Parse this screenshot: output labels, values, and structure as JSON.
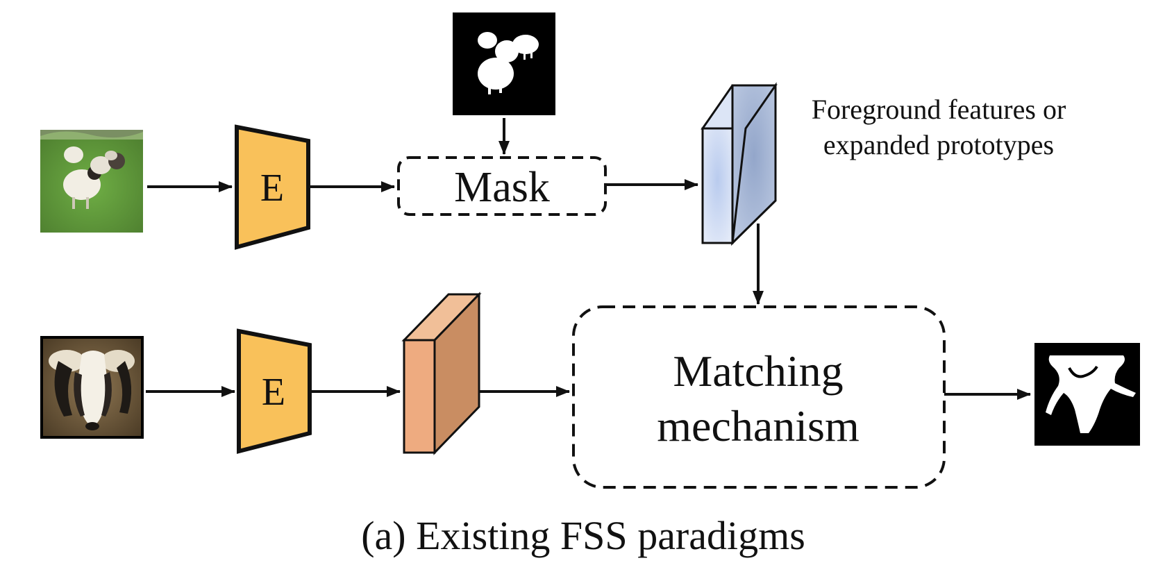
{
  "diagram": {
    "caption": "(a) Existing FSS paradigms",
    "encoder_label": "E",
    "mask_op_label": "Mask",
    "feature_note": {
      "line1": "Foreground features or",
      "line2": "expanded prototypes"
    },
    "matching": {
      "line1": "Matching",
      "line2": "mechanism"
    },
    "colors": {
      "encoder_fill": "#F9C15A",
      "support_feature_front": "#D4E0F5",
      "support_feature_side": "#A9B9D6",
      "query_feature_front": "#EEAB80",
      "query_feature_side": "#C98D62",
      "stroke": "#111111",
      "grass": "#5E9A3A",
      "hay": "#6F5A3C"
    },
    "icons": {
      "support_image": "sheep-photo-icon",
      "support_mask": "sheep-mask-icon",
      "query_image": "sheep-face-photo-icon",
      "prediction": "predicted-mask-icon"
    }
  }
}
